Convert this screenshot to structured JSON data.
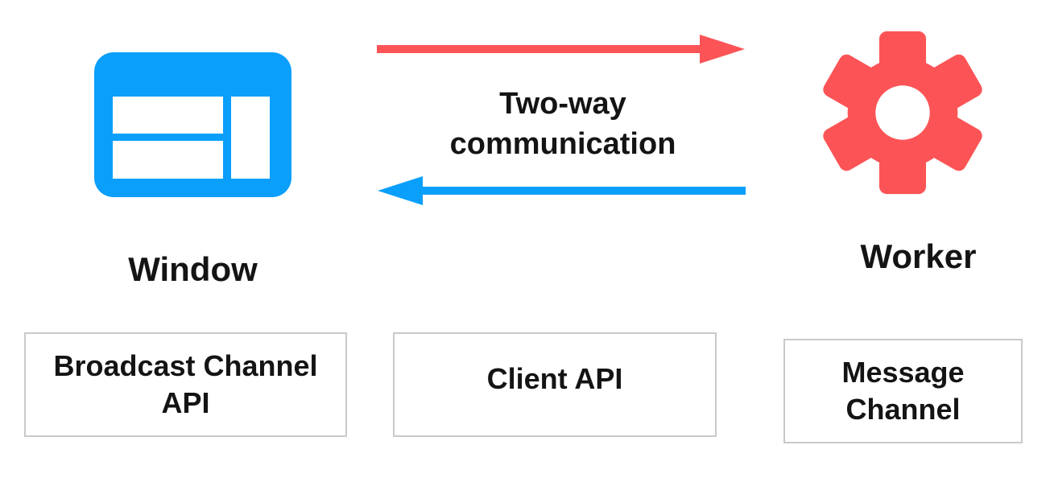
{
  "diagram_title": "Window and Worker two-way communication",
  "colors": {
    "blue": "#0a9ffb",
    "red": "#fc5456",
    "border": "#c9c9c9",
    "text": "#141414"
  },
  "window_node": {
    "label": "Window",
    "icon": "browser-window-icon"
  },
  "worker_node": {
    "label": "Worker",
    "icon": "gear-icon"
  },
  "communication": {
    "lines": [
      "Two-way",
      "communication"
    ],
    "forward_arrow": {
      "direction": "right",
      "color": "#fc5456",
      "icon": "arrow-right-icon"
    },
    "backward_arrow": {
      "direction": "left",
      "color": "#0a9ffb",
      "icon": "arrow-left-icon"
    }
  },
  "boxes": [
    {
      "label": "Broadcast Channel API"
    },
    {
      "label": "Client API"
    },
    {
      "label": "Message Channel"
    }
  ]
}
